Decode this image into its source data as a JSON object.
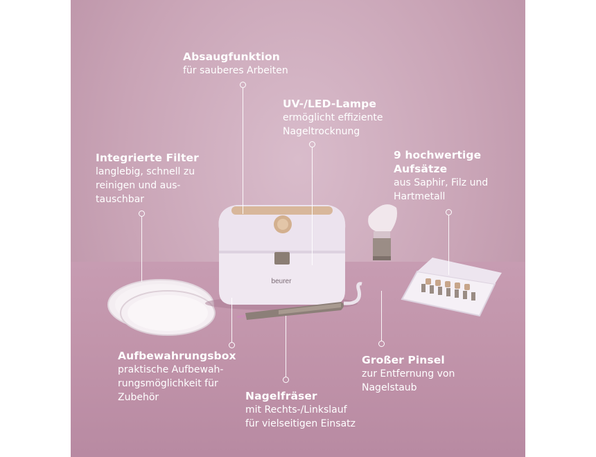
{
  "brand": "beurer",
  "callouts": {
    "absaug": {
      "title": "Absaugfunktion",
      "sub1": "für sauberes Arbeiten"
    },
    "uvled": {
      "title": "UV-/LED-Lampe",
      "sub1": "ermöglicht effiziente",
      "sub2": "Nageltrocknung"
    },
    "filter": {
      "title": "Integrierte Filter",
      "sub1": "langlebig, schnell zu",
      "sub2": "reinigen und aus-",
      "sub3": "tauschbar"
    },
    "aufsaetze": {
      "title1": "9 hochwertige",
      "title2": "Aufsätze",
      "sub1": "aus Saphir, Filz und",
      "sub2": "Hartmetall"
    },
    "box": {
      "title": "Aufbewahrungsbox",
      "sub1": "praktische Aufbewah-",
      "sub2": "rungsmöglichkeit für",
      "sub3": "Zubehör"
    },
    "pinsel": {
      "title": "Großer Pinsel",
      "sub1": "zur Entfernung von",
      "sub2": "Nagelstaub"
    },
    "fraeser": {
      "title": "Nagelfräser",
      "sub1": "mit Rechts-/Linkslauf",
      "sub2": "für vielseitigen Einsatz"
    }
  },
  "colors": {
    "background": "#cda8bb",
    "text": "#ffffff",
    "device": "#f1eaf2",
    "accent": "#c9a585"
  }
}
